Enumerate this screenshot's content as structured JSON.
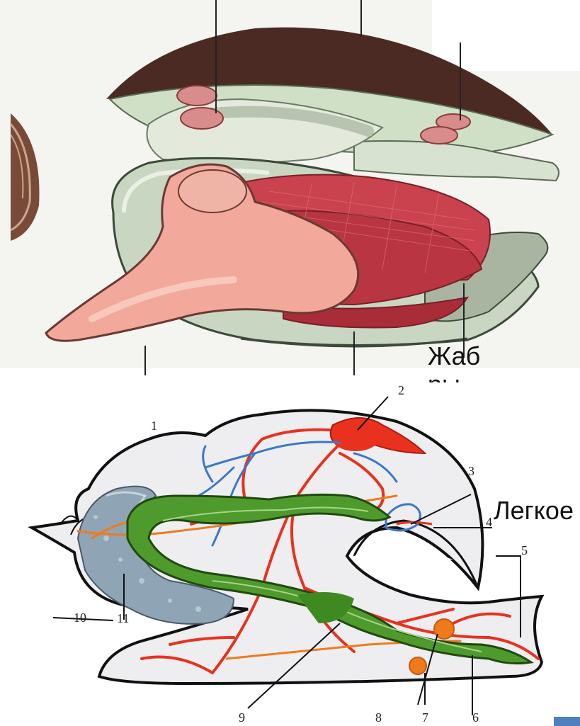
{
  "labels": {
    "gills": "Жабры",
    "lung": "Легкое"
  },
  "numbers": [
    "1",
    "2",
    "3",
    "4",
    "5",
    "6",
    "7",
    "8",
    "9",
    "10",
    "11"
  ],
  "colors": {
    "shell_dark": "#4a2a22",
    "mantle": "#cfe0c6",
    "foot": "#f2a89a",
    "gill": "#c9424e",
    "artery": "#e8321e",
    "vein": "#3a78c8",
    "gut": "#4f9a2c",
    "orange_vessel": "#f07a1a",
    "liver": "#8fa5b5"
  }
}
